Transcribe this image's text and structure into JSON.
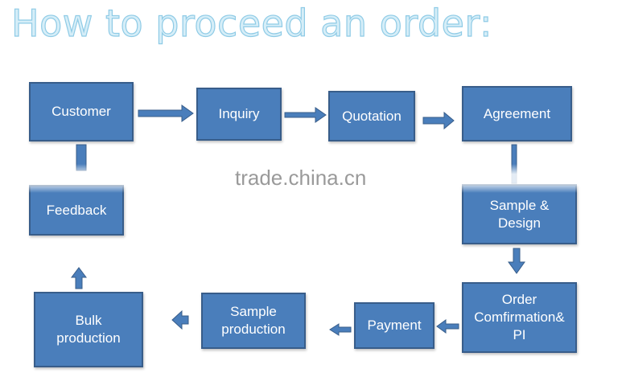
{
  "title": "How to proceed an order:",
  "watermark": "trade.china.cn",
  "colors": {
    "box_fill": "#4a7ebb",
    "box_border": "#385d8a",
    "arrow_fill": "#4a7ebb",
    "title_color": "#d6eef8"
  },
  "steps": {
    "customer": "Customer",
    "inquiry": "Inquiry",
    "quotation": "Quotation",
    "agreement": "Agreement",
    "sample_design": "Sample &\nDesign",
    "order_confirmation": "Order\nComfirmation&\nPI",
    "payment": "Payment",
    "sample_production": "Sample\nproduction",
    "bulk_production": "Bulk\nproduction",
    "feedback": "Feedback"
  }
}
